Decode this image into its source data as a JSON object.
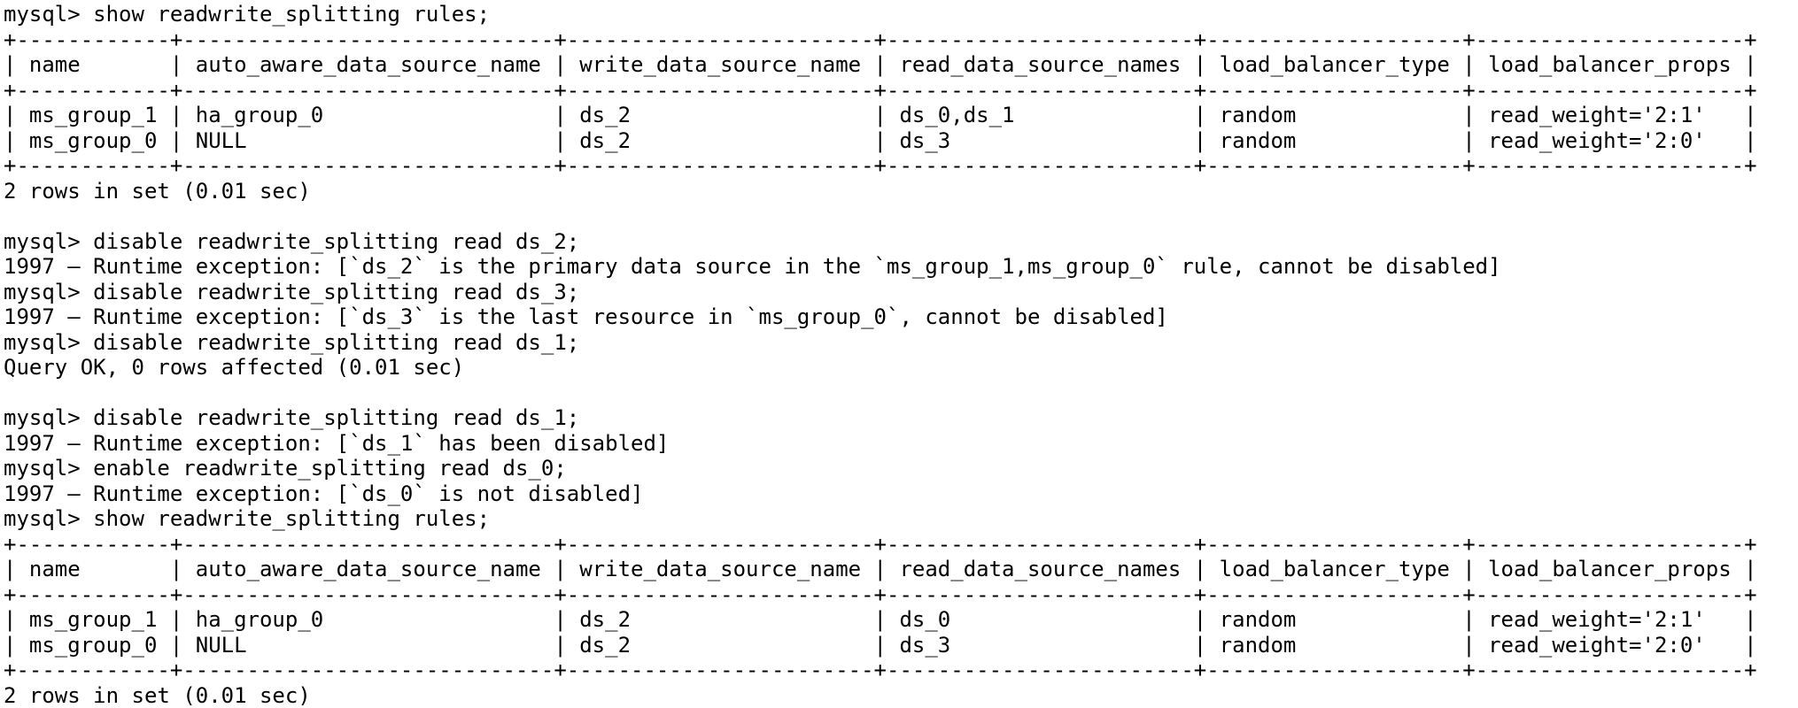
{
  "terminal": {
    "background_color": "#ffffff",
    "text_color": "#000000",
    "prompt": "mysql>",
    "blocks": [
      {
        "type": "command",
        "text": "mysql> show readwrite_splitting rules;"
      },
      {
        "type": "table",
        "columns": [
          "name",
          "auto_aware_data_source_name",
          "write_data_source_name",
          "read_data_source_names",
          "load_balancer_type",
          "load_balancer_props"
        ],
        "rows": [
          [
            "ms_group_1",
            "ha_group_0",
            "ds_2",
            "ds_0,ds_1",
            "random",
            "read_weight='2:1'"
          ],
          [
            "ms_group_0",
            "NULL",
            "ds_2",
            "ds_3",
            "random",
            "read_weight='2:0'"
          ]
        ]
      },
      {
        "type": "result",
        "text": "2 rows in set (0.01 sec)"
      },
      {
        "type": "blank",
        "text": ""
      },
      {
        "type": "command",
        "text": "mysql> disable readwrite_splitting read ds_2;"
      },
      {
        "type": "error",
        "text": "1997 – Runtime exception: [`ds_2` is the primary data source in the `ms_group_1,ms_group_0` rule, cannot be disabled]"
      },
      {
        "type": "command",
        "text": "mysql> disable readwrite_splitting read ds_3;"
      },
      {
        "type": "error",
        "text": "1997 – Runtime exception: [`ds_3` is the last resource in `ms_group_0`, cannot be disabled]"
      },
      {
        "type": "command",
        "text": "mysql> disable readwrite_splitting read ds_1;"
      },
      {
        "type": "result",
        "text": "Query OK, 0 rows affected (0.01 sec)"
      },
      {
        "type": "blank",
        "text": ""
      },
      {
        "type": "command",
        "text": "mysql> disable readwrite_splitting read ds_1;"
      },
      {
        "type": "error",
        "text": "1997 – Runtime exception: [`ds_1` has been disabled]"
      },
      {
        "type": "command",
        "text": "mysql> enable readwrite_splitting read ds_0;"
      },
      {
        "type": "error",
        "text": "1997 – Runtime exception: [`ds_0` is not disabled]"
      },
      {
        "type": "command",
        "text": "mysql> show readwrite_splitting rules;"
      },
      {
        "type": "table",
        "columns": [
          "name",
          "auto_aware_data_source_name",
          "write_data_source_name",
          "read_data_source_names",
          "load_balancer_type",
          "load_balancer_props"
        ],
        "rows": [
          [
            "ms_group_1",
            "ha_group_0",
            "ds_2",
            "ds_0",
            "random",
            "read_weight='2:1'"
          ],
          [
            "ms_group_0",
            "NULL",
            "ds_2",
            "ds_3",
            "random",
            "read_weight='2:0'"
          ]
        ]
      },
      {
        "type": "result",
        "text": "2 rows in set (0.01 sec)"
      }
    ]
  }
}
